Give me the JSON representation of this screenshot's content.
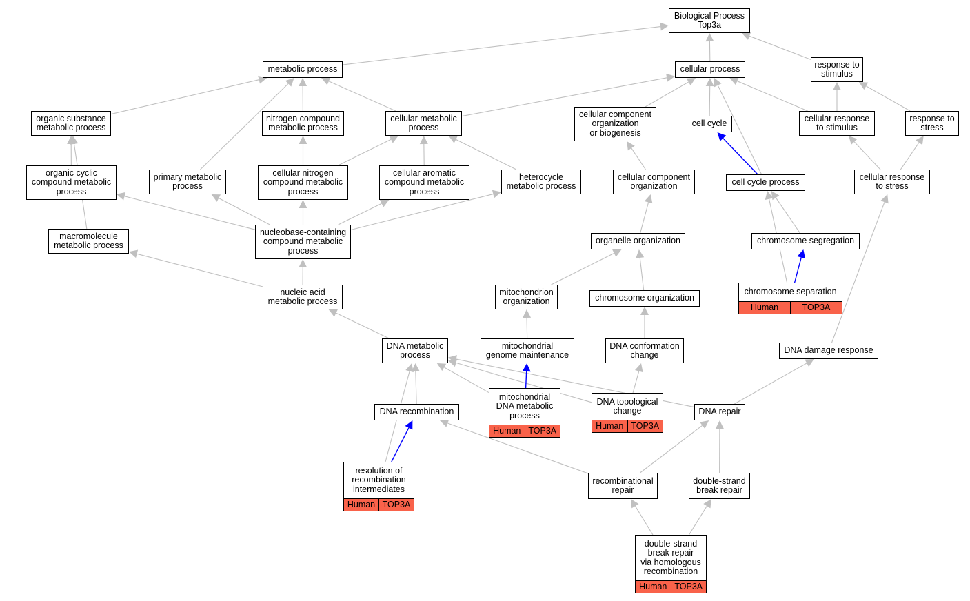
{
  "colors": {
    "edge_default": "#c0c0c0",
    "edge_highlight": "#0000ff",
    "annotation_fill": "#f9624a"
  },
  "nodes": {
    "bp": {
      "label": [
        "Biological Process",
        "Top3a"
      ]
    },
    "mp": {
      "label": [
        "metabolic process"
      ]
    },
    "cp": {
      "label": [
        "cellular process"
      ]
    },
    "rts": {
      "label": [
        "response to",
        "stimulus"
      ]
    },
    "osmp": {
      "label": [
        "organic substance",
        "metabolic process"
      ]
    },
    "ncmp": {
      "label": [
        "nitrogen compound",
        "metabolic process"
      ]
    },
    "cmp": {
      "label": [
        "cellular metabolic",
        "process"
      ]
    },
    "ccob": {
      "label": [
        "cellular component",
        "organization",
        "or biogenesis"
      ]
    },
    "cc": {
      "label": [
        "cell cycle"
      ]
    },
    "crs": {
      "label": [
        "cellular response",
        "to stimulus"
      ]
    },
    "rtst": {
      "label": [
        "response to",
        "stress"
      ]
    },
    "occmp": {
      "label": [
        "organic cyclic",
        "compound metabolic",
        "process"
      ]
    },
    "pmp": {
      "label": [
        "primary metabolic",
        "process"
      ]
    },
    "cncmp": {
      "label": [
        "cellular nitrogen",
        "compound metabolic",
        "process"
      ]
    },
    "cacmp": {
      "label": [
        "cellular aromatic",
        "compound metabolic",
        "process"
      ]
    },
    "hmp": {
      "label": [
        "heterocycle",
        "metabolic process"
      ]
    },
    "cco": {
      "label": [
        "cellular component",
        "organization"
      ]
    },
    "ccp": {
      "label": [
        "cell cycle process"
      ]
    },
    "crst": {
      "label": [
        "cellular response",
        "to stress"
      ]
    },
    "mmp": {
      "label": [
        "macromolecule",
        "metabolic process"
      ]
    },
    "nbcmp": {
      "label": [
        "nucleobase-containing",
        "compound metabolic",
        "process"
      ]
    },
    "oo": {
      "label": [
        "organelle organization"
      ]
    },
    "cs": {
      "label": [
        "chromosome segregation"
      ]
    },
    "namp": {
      "label": [
        "nucleic acid",
        "metabolic process"
      ]
    },
    "mo": {
      "label": [
        "mitochondrion",
        "organization"
      ]
    },
    "co": {
      "label": [
        "chromosome organization"
      ]
    },
    "csep": {
      "label": [
        "chromosome separation"
      ],
      "annotation": [
        "Human",
        "TOP3A"
      ]
    },
    "dmp": {
      "label": [
        "DNA metabolic",
        "process"
      ]
    },
    "mgm": {
      "label": [
        "mitochondrial",
        "genome maintenance"
      ]
    },
    "dcc": {
      "label": [
        "DNA conformation",
        "change"
      ]
    },
    "ddr": {
      "label": [
        "DNA damage response"
      ]
    },
    "mdmp": {
      "label": [
        "mitochondrial",
        "DNA metabolic",
        "process"
      ],
      "annotation": [
        "Human",
        "TOP3A"
      ]
    },
    "dtc": {
      "label": [
        "DNA topological",
        "change"
      ],
      "annotation": [
        "Human",
        "TOP3A"
      ]
    },
    "drec": {
      "label": [
        "DNA recombination"
      ]
    },
    "drep": {
      "label": [
        "DNA repair"
      ]
    },
    "rri": {
      "label": [
        "resolution of",
        "recombination",
        "intermediates"
      ],
      "annotation": [
        "Human",
        "TOP3A"
      ]
    },
    "rr": {
      "label": [
        "recombinational",
        "repair"
      ]
    },
    "dsbr": {
      "label": [
        "double-strand",
        "break repair"
      ]
    },
    "dsbrhr": {
      "label": [
        "double-strand",
        "break repair",
        "via homologous",
        "recombination"
      ],
      "annotation": [
        "Human",
        "TOP3A"
      ]
    }
  },
  "edges": [
    {
      "from": "mp",
      "to": "bp"
    },
    {
      "from": "cp",
      "to": "bp"
    },
    {
      "from": "rts",
      "to": "bp"
    },
    {
      "from": "osmp",
      "to": "mp"
    },
    {
      "from": "ncmp",
      "to": "mp"
    },
    {
      "from": "cmp",
      "to": "mp"
    },
    {
      "from": "pmp",
      "to": "mp"
    },
    {
      "from": "cmp",
      "to": "cp"
    },
    {
      "from": "ccob",
      "to": "cp"
    },
    {
      "from": "cc",
      "to": "cp"
    },
    {
      "from": "crs",
      "to": "cp"
    },
    {
      "from": "ccp",
      "to": "cp"
    },
    {
      "from": "crs",
      "to": "rts"
    },
    {
      "from": "rtst",
      "to": "rts"
    },
    {
      "from": "occmp",
      "to": "osmp"
    },
    {
      "from": "mmp",
      "to": "osmp"
    },
    {
      "from": "cncmp",
      "to": "ncmp"
    },
    {
      "from": "cncmp",
      "to": "cmp"
    },
    {
      "from": "cacmp",
      "to": "cmp"
    },
    {
      "from": "hmp",
      "to": "cmp"
    },
    {
      "from": "cco",
      "to": "ccob"
    },
    {
      "from": "ccp",
      "to": "cc",
      "highlight": true
    },
    {
      "from": "crst",
      "to": "crs"
    },
    {
      "from": "crst",
      "to": "rtst"
    },
    {
      "from": "nbcmp",
      "to": "occmp"
    },
    {
      "from": "nbcmp",
      "to": "pmp"
    },
    {
      "from": "nbcmp",
      "to": "cncmp"
    },
    {
      "from": "nbcmp",
      "to": "cacmp"
    },
    {
      "from": "nbcmp",
      "to": "hmp"
    },
    {
      "from": "oo",
      "to": "cco"
    },
    {
      "from": "cs",
      "to": "ccp"
    },
    {
      "from": "csep",
      "to": "ccp"
    },
    {
      "from": "ddr",
      "to": "crst"
    },
    {
      "from": "namp",
      "to": "mmp"
    },
    {
      "from": "namp",
      "to": "nbcmp"
    },
    {
      "from": "mo",
      "to": "oo"
    },
    {
      "from": "co",
      "to": "oo"
    },
    {
      "from": "csep",
      "to": "cs",
      "highlight": true
    },
    {
      "from": "dmp",
      "to": "namp"
    },
    {
      "from": "mgm",
      "to": "mo"
    },
    {
      "from": "dcc",
      "to": "co"
    },
    {
      "from": "drec",
      "to": "dmp"
    },
    {
      "from": "mdmp",
      "to": "dmp"
    },
    {
      "from": "dtc",
      "to": "dmp"
    },
    {
      "from": "drep",
      "to": "dmp"
    },
    {
      "from": "rri",
      "to": "dmp"
    },
    {
      "from": "mdmp",
      "to": "mgm",
      "highlight": true
    },
    {
      "from": "dtc",
      "to": "dcc"
    },
    {
      "from": "drep",
      "to": "ddr"
    },
    {
      "from": "rri",
      "to": "drec",
      "highlight": true
    },
    {
      "from": "rr",
      "to": "drec"
    },
    {
      "from": "rr",
      "to": "drep"
    },
    {
      "from": "dsbr",
      "to": "drep"
    },
    {
      "from": "dsbrhr",
      "to": "rr"
    },
    {
      "from": "dsbrhr",
      "to": "dsbr"
    }
  ]
}
